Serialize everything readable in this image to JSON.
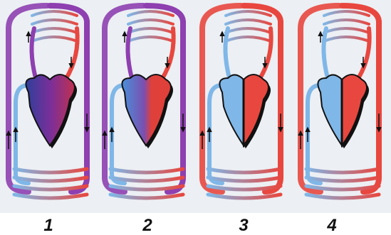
{
  "panels": [
    {
      "label": "1",
      "scheme": "mixed"
    },
    {
      "label": "2",
      "scheme": "partial"
    },
    {
      "label": "3",
      "scheme": "double-left"
    },
    {
      "label": "4",
      "scheme": "double-right"
    }
  ],
  "colors": {
    "oxygenated": "#e8473f",
    "deoxygenated": "#7fb7e8",
    "mixed": "#8e3fb0",
    "heart_outline": "#111111",
    "background": "#eceff3"
  }
}
